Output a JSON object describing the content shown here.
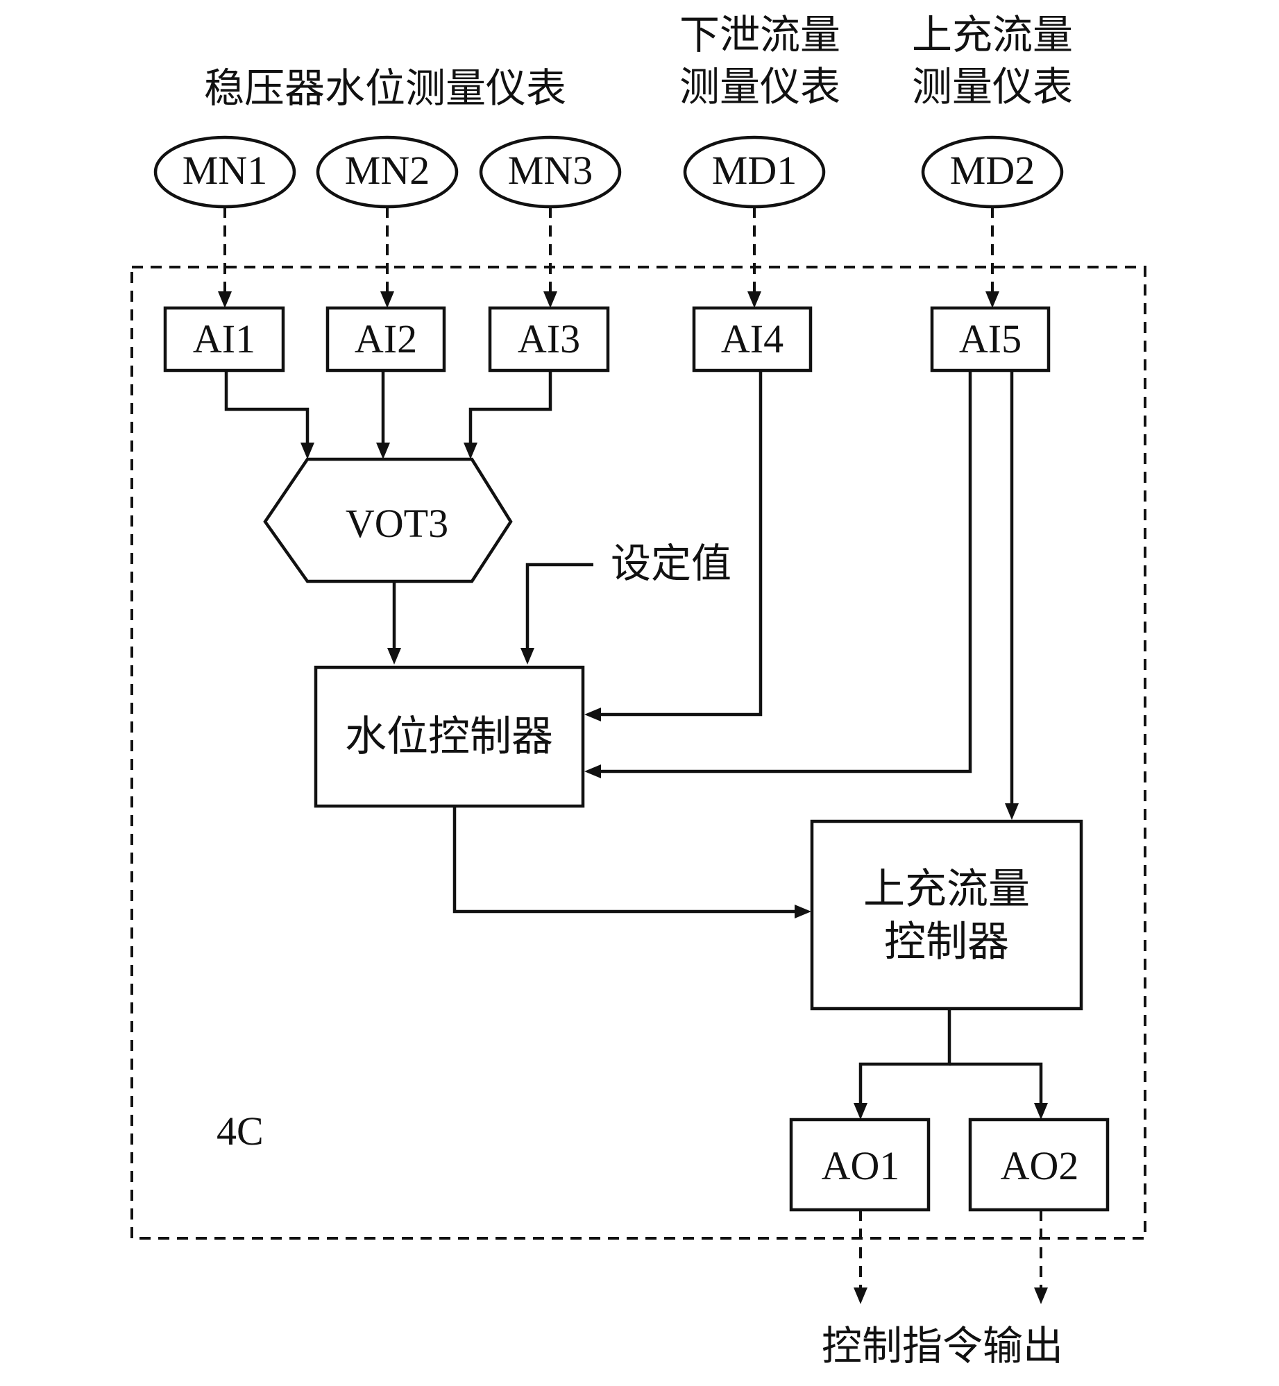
{
  "headers": {
    "pressurizer_instruments": "稳压器水位测量仪表",
    "letdown_line1": "下泄流量",
    "letdown_line2": "测量仪表",
    "charging_line1": "上充流量",
    "charging_line2": "测量仪表"
  },
  "sensors": {
    "mn1": "MN1",
    "mn2": "MN2",
    "mn3": "MN3",
    "md1": "MD1",
    "md2": "MD2"
  },
  "inputs": {
    "ai1": "AI1",
    "ai2": "AI2",
    "ai3": "AI3",
    "ai4": "AI4",
    "ai5": "AI5"
  },
  "voter": "VOT3",
  "setpoint": "设定值",
  "level_controller": "水位控制器",
  "charging_controller_line1": "上充流量",
  "charging_controller_line2": "控制器",
  "outputs": {
    "ao1": "AO1",
    "ao2": "AO2"
  },
  "cabinet_label": "4C",
  "output_caption": "控制指令输出"
}
